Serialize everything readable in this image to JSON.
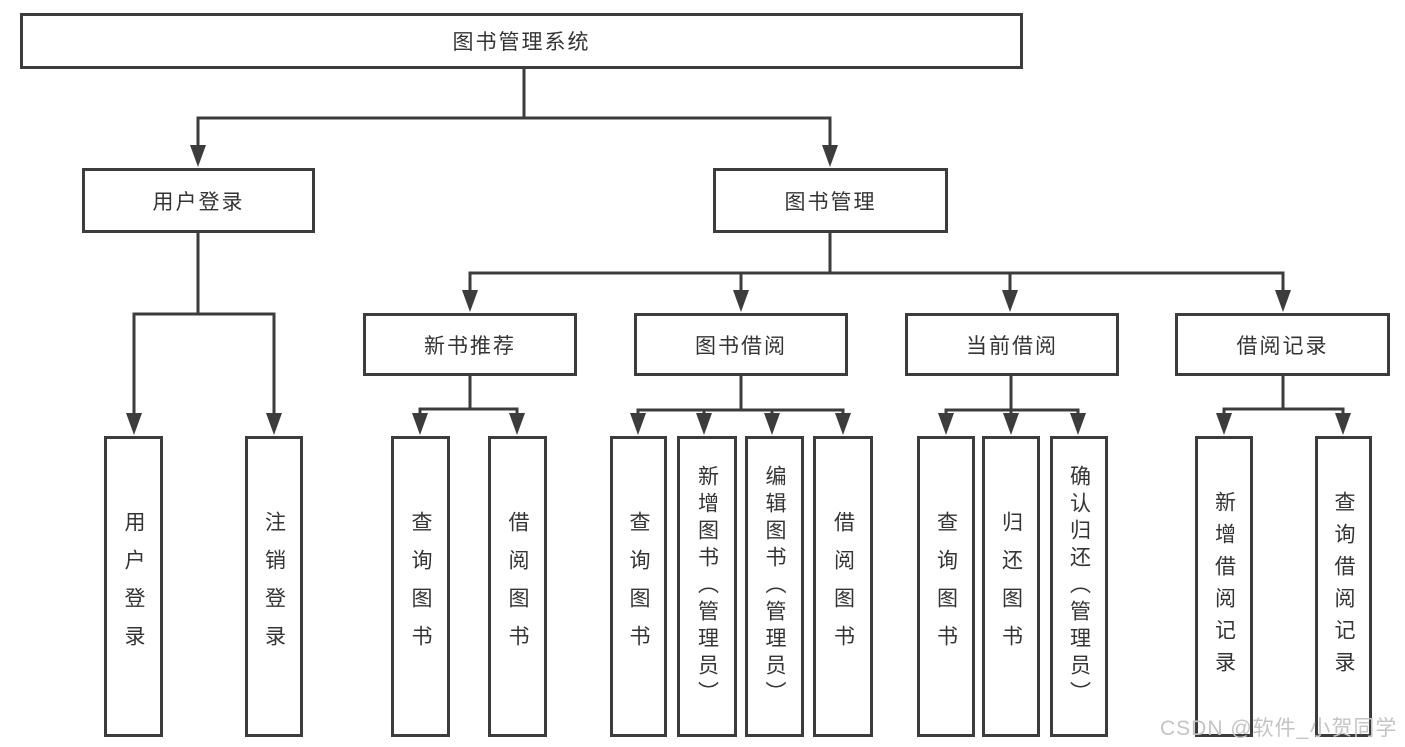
{
  "colors": {
    "line": "#3c3c3c",
    "text": "#343434",
    "background": "#ffffff",
    "watermark": "#c4c4c4"
  },
  "watermark": "CSDN @软件_小贺同学",
  "tree": {
    "root": {
      "label": "图书管理系统"
    },
    "branches": [
      {
        "label": "用户登录",
        "leaves": [
          "用户登录",
          "注销登录"
        ]
      },
      {
        "label": "图书管理",
        "groups": [
          {
            "label": "新书推荐",
            "leaves": [
              "查询图书",
              "借阅图书"
            ]
          },
          {
            "label": "图书借阅",
            "leaves": [
              "查询图书",
              "新增图书（管理员）",
              "编辑图书（管理员）",
              "借阅图书"
            ]
          },
          {
            "label": "当前借阅",
            "leaves": [
              "查询图书",
              "归还图书",
              "确认归还（管理员）"
            ]
          },
          {
            "label": "借阅记录",
            "leaves": [
              "新增借阅记录",
              "查询借阅记录"
            ]
          }
        ]
      }
    ]
  }
}
